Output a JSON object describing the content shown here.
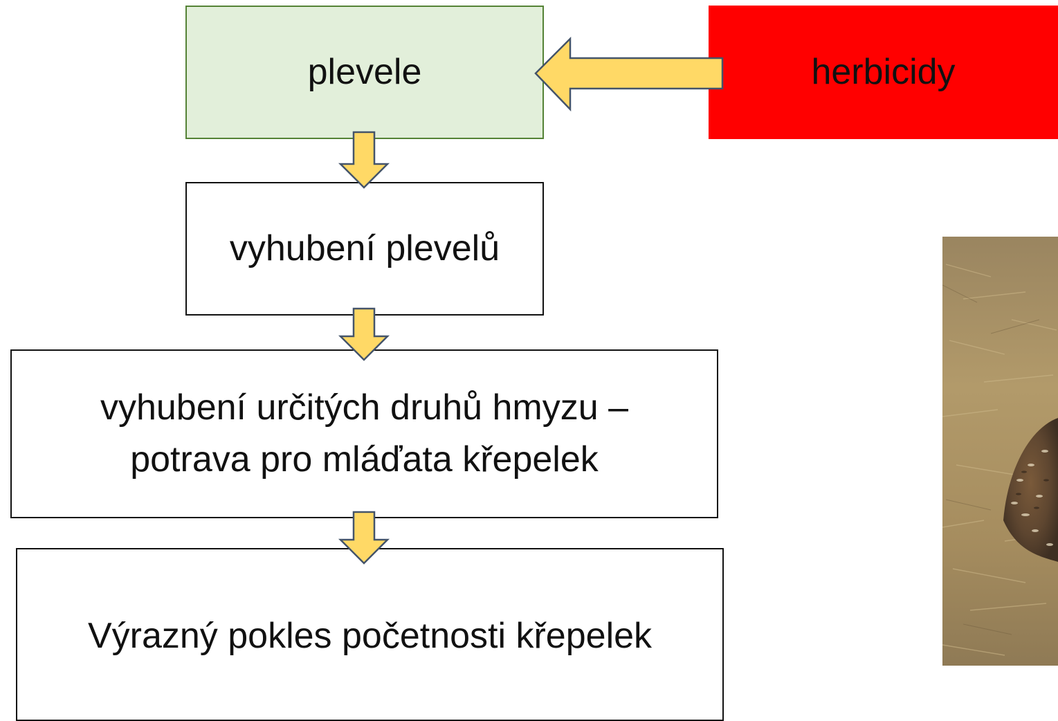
{
  "diagram": {
    "nodes": {
      "plevele": "plevele",
      "herbicidy": "herbicidy",
      "vyhubeni_plevelu": "vyhubení plevelů",
      "vyhubeni_hmyzu_line1": "vyhubení určitých druhů hmyzu –",
      "vyhubeni_hmyzu_line2": "potrava pro mláďata křepelek",
      "pokles": "Výrazný pokles početnosti křepelek"
    },
    "edges": [
      {
        "from": "herbicidy",
        "to": "plevele"
      },
      {
        "from": "plevele",
        "to": "vyhubeni_plevelu"
      },
      {
        "from": "vyhubeni_plevelu",
        "to": "vyhubeni_hmyzu"
      },
      {
        "from": "vyhubeni_hmyzu",
        "to": "pokles"
      }
    ]
  },
  "colors": {
    "arrow_fill": "#ffd966",
    "arrow_stroke": "#44546a",
    "plevele_fill": "#e2efda",
    "plevele_border": "#548235",
    "herbicidy_fill": "#ff0000"
  }
}
